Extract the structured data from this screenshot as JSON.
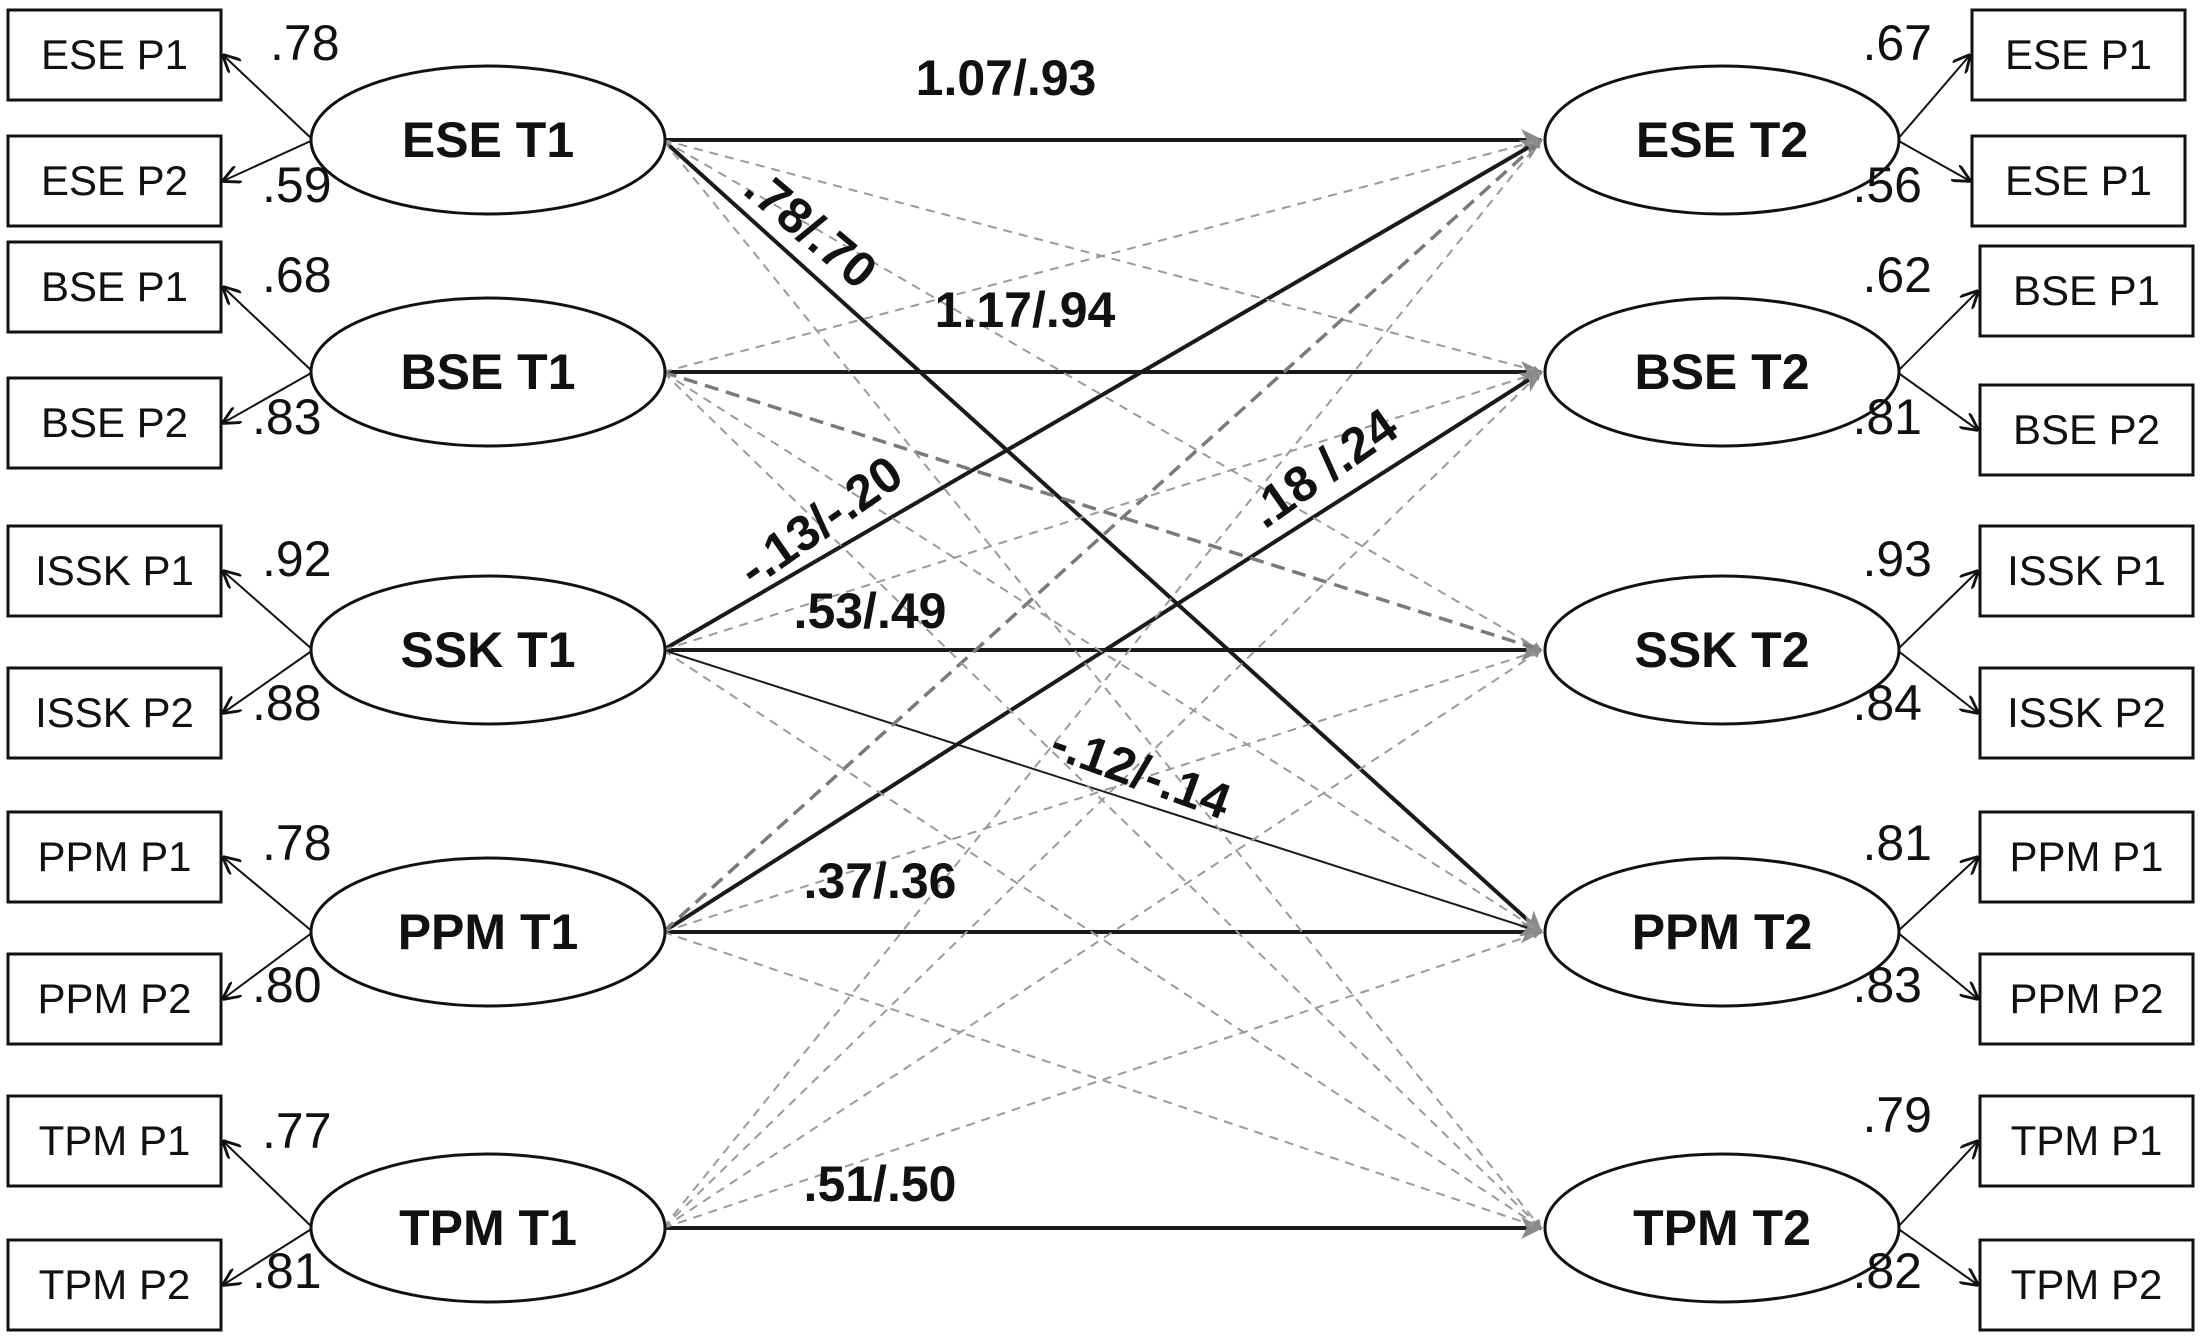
{
  "left_factors": [
    {
      "label": "ESE T1",
      "indicators": [
        {
          "label": "ESE P1",
          "loading": ".78"
        },
        {
          "label": "ESE P2",
          "loading": ".59"
        }
      ]
    },
    {
      "label": "BSE T1",
      "indicators": [
        {
          "label": "BSE P1",
          "loading": ".68"
        },
        {
          "label": "BSE P2",
          "loading": ".83"
        }
      ]
    },
    {
      "label": "SSK T1",
      "indicators": [
        {
          "label": "ISSK P1",
          "loading": ".92"
        },
        {
          "label": "ISSK P2",
          "loading": ".88"
        }
      ]
    },
    {
      "label": "PPM T1",
      "indicators": [
        {
          "label": "PPM P1",
          "loading": ".78"
        },
        {
          "label": "PPM P2",
          "loading": ".80"
        }
      ]
    },
    {
      "label": "TPM T1",
      "indicators": [
        {
          "label": "TPM P1",
          "loading": ".77"
        },
        {
          "label": "TPM P2",
          "loading": ".81"
        }
      ]
    }
  ],
  "right_factors": [
    {
      "label": "ESE T2",
      "indicators": [
        {
          "label": "ESE P1",
          "loading": ".67"
        },
        {
          "label": "ESE P1",
          "loading": ".56"
        }
      ]
    },
    {
      "label": "BSE T2",
      "indicators": [
        {
          "label": "BSE P1",
          "loading": ".62"
        },
        {
          "label": "BSE P2",
          "loading": ".81"
        }
      ]
    },
    {
      "label": "SSK T2",
      "indicators": [
        {
          "label": "ISSK P1",
          "loading": ".93"
        },
        {
          "label": "ISSK P2",
          "loading": ".84"
        }
      ]
    },
    {
      "label": "PPM T2",
      "indicators": [
        {
          "label": "PPM P1",
          "loading": ".81"
        },
        {
          "label": "PPM P2",
          "loading": ".83"
        }
      ]
    },
    {
      "label": "TPM T2",
      "indicators": [
        {
          "label": "TPM P1",
          "loading": ".79"
        },
        {
          "label": "TPM P2",
          "loading": ".82"
        }
      ]
    }
  ],
  "paths": [
    {
      "from": 0,
      "to": 0,
      "style": "significant",
      "label": "1.07/.93"
    },
    {
      "from": 1,
      "to": 1,
      "style": "significant",
      "label": "1.17/.94"
    },
    {
      "from": 2,
      "to": 2,
      "style": "significant",
      "label": ".53/.49"
    },
    {
      "from": 3,
      "to": 3,
      "style": "significant",
      "label": ".37/.36"
    },
    {
      "from": 4,
      "to": 4,
      "style": "significant",
      "label": ".51/.50"
    },
    {
      "from": 0,
      "to": 3,
      "style": "significant",
      "label": ".78/.70"
    },
    {
      "from": 2,
      "to": 0,
      "style": "significant",
      "label": "-.13/-.20"
    },
    {
      "from": 3,
      "to": 1,
      "style": "significant",
      "label": ".18 /.24"
    },
    {
      "from": 2,
      "to": 3,
      "style": "significant-thin",
      "label": "-.12/-.14"
    },
    {
      "from": 1,
      "to": 2,
      "style": "mid-dashed",
      "label": ""
    },
    {
      "from": 3,
      "to": 0,
      "style": "mid-dashed",
      "label": ""
    },
    {
      "from": 0,
      "to": 1,
      "style": "dashed",
      "label": ""
    },
    {
      "from": 0,
      "to": 2,
      "style": "dashed",
      "label": ""
    },
    {
      "from": 0,
      "to": 4,
      "style": "dashed",
      "label": ""
    },
    {
      "from": 1,
      "to": 0,
      "style": "dashed",
      "label": ""
    },
    {
      "from": 1,
      "to": 3,
      "style": "dashed",
      "label": ""
    },
    {
      "from": 1,
      "to": 4,
      "style": "dashed",
      "label": ""
    },
    {
      "from": 2,
      "to": 1,
      "style": "dashed",
      "label": ""
    },
    {
      "from": 2,
      "to": 4,
      "style": "dashed",
      "label": ""
    },
    {
      "from": 3,
      "to": 2,
      "style": "dashed",
      "label": ""
    },
    {
      "from": 3,
      "to": 4,
      "style": "dashed",
      "label": ""
    },
    {
      "from": 4,
      "to": 0,
      "style": "dashed",
      "label": ""
    },
    {
      "from": 4,
      "to": 1,
      "style": "dashed",
      "label": ""
    },
    {
      "from": 4,
      "to": 2,
      "style": "dashed",
      "label": ""
    },
    {
      "from": 4,
      "to": 3,
      "style": "dashed",
      "label": ""
    }
  ],
  "colors": {
    "significant": "#1a1a1a",
    "dashed": "#9a9a9a",
    "mid_dashed": "#7a7a7a",
    "arrowhead": "#8a8a8a"
  }
}
